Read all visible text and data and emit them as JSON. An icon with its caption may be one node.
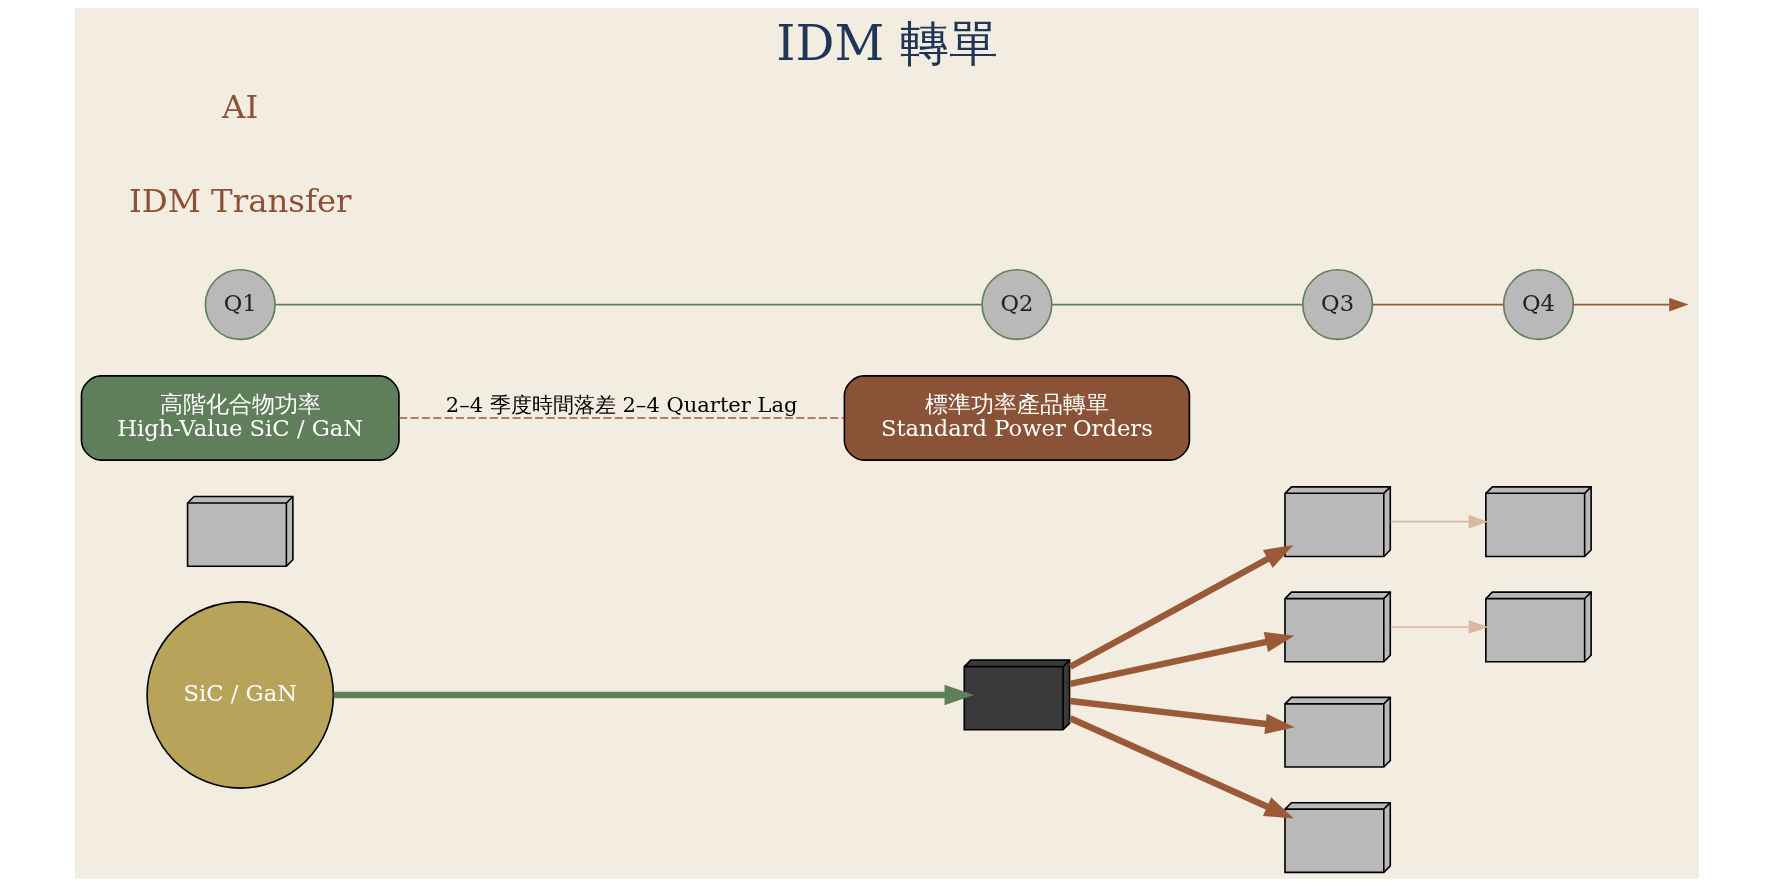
{
  "diagram": {
    "title": "IDM 轉單",
    "nodes": [
      {
        "text": [
          "SiC / GaN"
        ]
      },
      {
        "text": [],
        "shape": "picture"
      },
      {
        "text": [],
        "shape": "picture"
      },
      {
        "text": [],
        "shape": "picture"
      },
      {
        "text": [],
        "shape": "picture"
      },
      {
        "text": [],
        "shape": "picture"
      },
      {
        "text": [],
        "shape": "picture"
      },
      {
        "text": [],
        "shape": "picture"
      },
      {
        "text": [],
        "shape": "picture"
      },
      {
        "text": [
          "高階化合物功率",
          "High-Value SiC / GaN"
        ]
      },
      {
        "text": [
          "標準功率產品轉單",
          "Standard Power Orders"
        ]
      },
      {
        "text": [
          "Q1"
        ]
      },
      {
        "text": [
          "Q2"
        ]
      },
      {
        "text": [
          "Q3"
        ]
      },
      {
        "text": [
          "Q4"
        ]
      }
    ],
    "edges": [
      {
        "from": 0,
        "to": 1,
        "arrow": "to",
        "style": "thick",
        "color": "#5f7f5a"
      },
      {
        "from": 1,
        "to": 2,
        "arrow": "to",
        "style": "thick"
      },
      {
        "from": 1,
        "to": 3,
        "arrow": "to",
        "style": "thick"
      },
      {
        "from": 1,
        "to": 4,
        "arrow": "to",
        "style": "thick"
      },
      {
        "from": 1,
        "to": 5,
        "arrow": "to",
        "style": "thick"
      },
      {
        "from": 2,
        "to": 6,
        "arrow": "to",
        "color": "#d9b8a0"
      },
      {
        "from": 3,
        "to": 7,
        "arrow": "to",
        "color": "#d9b8a0"
      },
      {
        "from": 11,
        "to": 12,
        "arrow": "none",
        "color": "#5f7f5a"
      },
      {
        "from": 12,
        "to": 13,
        "arrow": "none",
        "color": "#5f7f5a"
      },
      {
        "from": 13,
        "to": 14,
        "arrow": "none"
      },
      {
        "from": 14,
        "to": null,
        "arrow": "to"
      },
      {
        "from": 9,
        "to": 10,
        "arrow": "none",
        "style": "dashed",
        "label": "2–4 季度時間落差 2–4 Quarter Lag"
      }
    ],
    "labels": [
      "IDM Transfer",
      "AI"
    ]
  }
}
